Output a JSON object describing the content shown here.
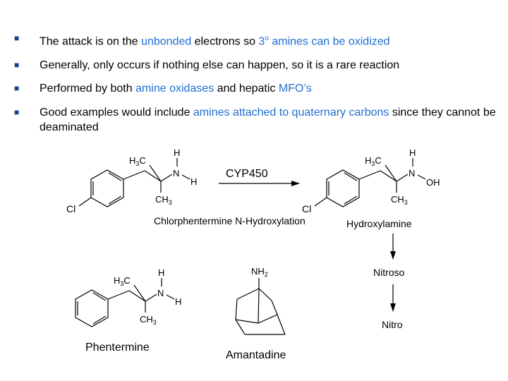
{
  "bullet_glyph": "■",
  "bullets": [
    {
      "parts": [
        {
          "text": "The attack is on the "
        },
        {
          "text": "unbonded",
          "accent": true
        },
        {
          "text": " electrons so "
        },
        {
          "text": "3",
          "accent": true
        },
        {
          "text": "o",
          "accent": true,
          "sup": true
        },
        {
          "text": " amines can be oxidized",
          "accent": true
        }
      ]
    },
    {
      "parts": [
        {
          "text": "Generally, only occurs if nothing else can happen, so it is a rare reaction"
        }
      ]
    },
    {
      "parts": [
        {
          "text": "Performed by both "
        },
        {
          "text": "amine oxidases",
          "accent": true
        },
        {
          "text": " and hepatic "
        },
        {
          "text": "MFO’s",
          "accent": true
        }
      ]
    },
    {
      "parts": [
        {
          "text": "Good examples would include "
        },
        {
          "text": "amines attached to quaternary carbons",
          "accent": true
        },
        {
          "text": " since they cannot be deaminated"
        }
      ]
    }
  ],
  "colors": {
    "accent": "#1f6fd1",
    "bullet": "#1a3f8c",
    "text": "#000000"
  },
  "diagram": {
    "h": "H",
    "n": "N",
    "c": "C",
    "cl": "Cl",
    "oh": "OH",
    "nh": "NH",
    "sub3": "3",
    "sub2": "2",
    "enzyme": "CYP450",
    "reaction_caption": "Chlorphentermine N-Hydroxylation",
    "product": "Hydroxylamine",
    "step2": "Nitroso",
    "step3": "Nitro",
    "phentermine": "Phentermine",
    "amantadine": "Amantadine"
  }
}
